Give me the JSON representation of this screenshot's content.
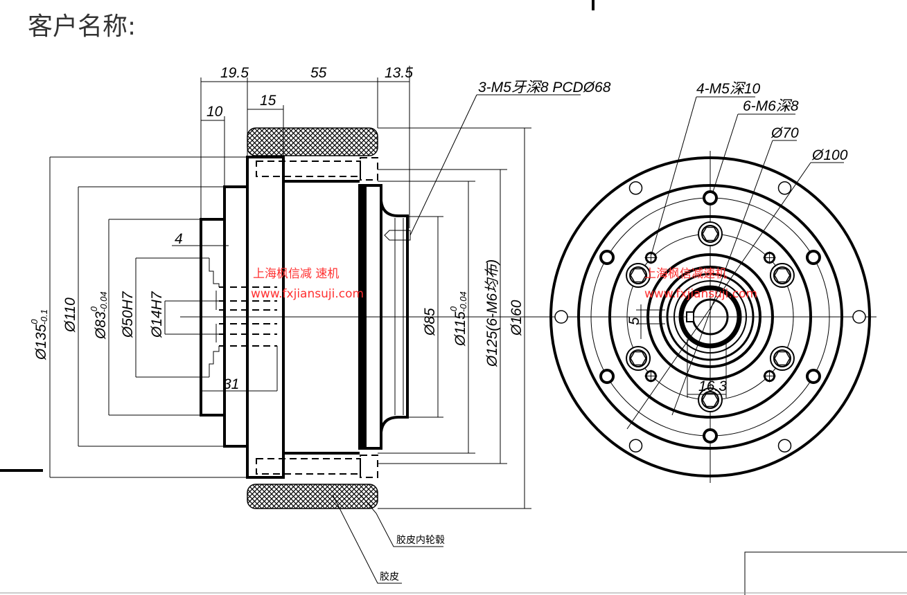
{
  "title": "客户名称:",
  "dims": {
    "d19_5": "19.5",
    "d55": "55",
    "d13_5": "13.5",
    "d10": "10",
    "d15": "15",
    "d4": "4",
    "d31": "31",
    "d135": "Ø135",
    "d135_upper": "0",
    "d135_lower": "-0.1",
    "d110": "Ø110",
    "d83": "Ø83",
    "d83_upper": "0",
    "d83_lower": "-0.04",
    "d50": "Ø50H7",
    "d14": "Ø14H7",
    "d85": "Ø85",
    "d115": "Ø115",
    "d115_upper": "0",
    "d115_lower": "-0.04",
    "d125": "Ø125(6-M6均布)",
    "d160": "Ø160",
    "d5": "5",
    "d16_3": "16.3"
  },
  "callouts": {
    "m5_pcd": "3-M5牙深8 PCDØ68",
    "m5_10": "4-M5深10",
    "m6_8": "6-M6深8",
    "d70": "Ø70",
    "d100": "Ø100",
    "hub": "胶皮内轮毂",
    "rubber": "胶皮"
  },
  "watermark": [
    {
      "line1": "上海枫信减 速机",
      "line2": "www.fxjiansuji.com"
    },
    {
      "line1": "上海枫信减速机",
      "line2": "www.fxjiansuji.com"
    }
  ],
  "colors": {
    "watermark": "#ff3030",
    "line": "#000000"
  }
}
